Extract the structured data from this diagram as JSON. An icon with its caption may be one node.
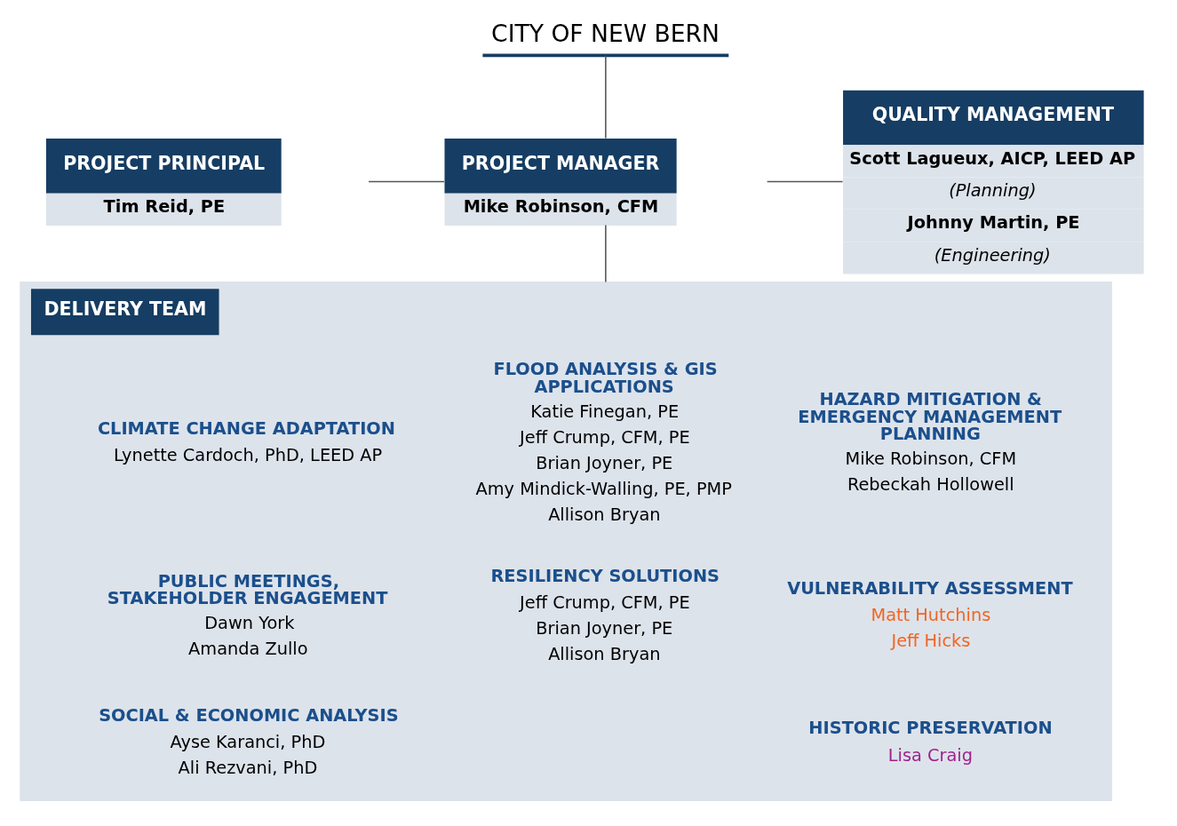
{
  "diagram": {
    "nodes": [
      {
        "text": [
          "CITY OF NEW BERN"
        ]
      },
      {
        "text": [
          "PROJECT PRINCIPAL",
          "Tim Reid, PE"
        ]
      },
      {
        "text": [
          "PROJECT MANAGER",
          "Mike Robinson, CFM"
        ]
      },
      {
        "text": [
          "QUALITY MANAGEMENT",
          "Scott Lagueux, AICP, LEED AP",
          "(Planning)",
          "Johnny Martin, PE",
          "(Engineering)"
        ]
      },
      {
        "text": [
          "DELIVERY TEAM"
        ]
      },
      {
        "text": [
          "HAZARD MITIGATION & EMERGENCY MANAGEMENT PLANNING",
          "Mike Robinson, CFM",
          "Rebeckah Hollowell"
        ],
        "in": 4
      },
      {
        "text": [
          "VULNERABILITY ASSESSMENT",
          "Matt Hutchins",
          "Jeff Hicks"
        ],
        "in": 4
      },
      {
        "text": [
          "HISTORIC PRESERVATION",
          "Lisa Craig"
        ],
        "in": 4
      },
      {
        "text": [
          "FLOOD ANALYSIS & GIS APPLICATIONS",
          "Katie Finegan, PE",
          "Jeff Crump, CFM, PE",
          "Brian Joyner, PE",
          "Amy Mindick-Walling, PE, PMP",
          "Allison Bryan"
        ],
        "in": 4
      },
      {
        "text": [
          "RESILIENCY SOLUTIONS",
          "Jeff Crump, CFM, PE",
          "Brian Joyner, PE",
          "Allison Bryan"
        ],
        "in": 4
      },
      {
        "text": [
          "CLIMATE CHANGE ADAPTATION",
          "Lynette Cardoch, PhD, LEED AP"
        ],
        "in": 4
      },
      {
        "text": [
          "PUBLIC MEETINGS, STAKEHOLDER ENGAGEMENT",
          "Dawn York",
          "Amanda Zullo"
        ],
        "in": 4
      },
      {
        "text": [
          "SOCIAL & ECONOMIC ANALYSIS",
          "Ayse Karanci, PhD",
          "Ali Rezvani, PhD"
        ],
        "in": 4
      }
    ],
    "edges": [
      {
        "from": 0,
        "to": 2,
        "arrow": "none"
      },
      {
        "from": 1,
        "to": 2,
        "arrow": "none"
      },
      {
        "from": 2,
        "to": 3,
        "arrow": "none"
      },
      {
        "from": 2,
        "to": 4,
        "arrow": "none"
      }
    ]
  }
}
